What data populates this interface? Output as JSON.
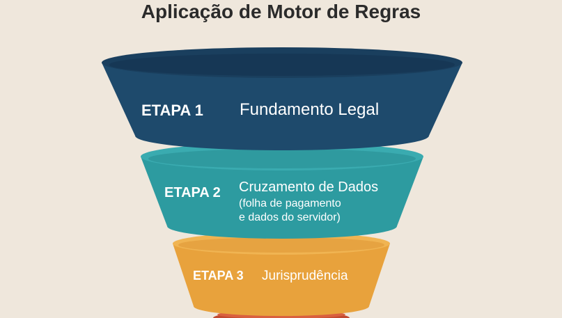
{
  "title": "Aplicação de Motor de Regras",
  "stages": [
    {
      "label": "ETAPA 1",
      "title": "Fundamento Legal",
      "detail_line1": "",
      "detail_line2": "",
      "color": "#1e4a6c"
    },
    {
      "label": "ETAPA 2",
      "title": "Cruzamento de Dados",
      "detail_line1": "(folha de pagamento",
      "detail_line2": "e dados do servidor)",
      "color": "#2d9ba0"
    },
    {
      "label": "ETAPA 3",
      "title": "Jurisprudência",
      "detail_line1": "",
      "detail_line2": "",
      "color": "#e8a23c"
    },
    {
      "label": "",
      "title": "",
      "detail_line1": "",
      "detail_line2": "",
      "color": "#d2573a"
    }
  ]
}
